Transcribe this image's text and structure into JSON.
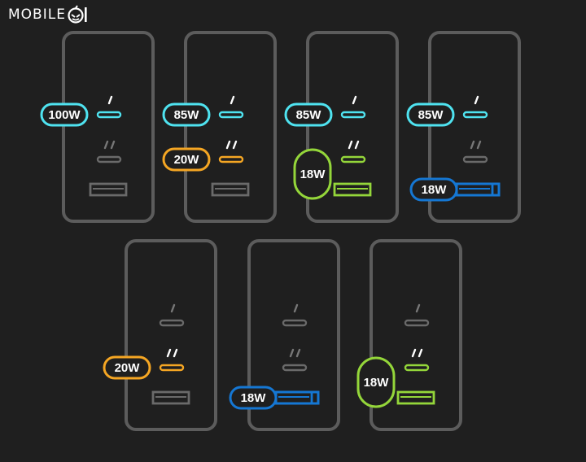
{
  "logo": {
    "text": "MOBILE",
    "icon": "mobile01-emblem-icon"
  },
  "colors": {
    "background": "#1f1f1f",
    "frame": "#5c5c5c",
    "inactive_port": "#6a6a6a",
    "cyan": "#4fe3f0",
    "orange": "#f5a623",
    "green": "#94d63a",
    "blue": "#1577d3",
    "marker": "#ffffff",
    "marker_dim": "#777777"
  },
  "chargers": [
    {
      "id": "a",
      "ports": [
        {
          "port": "c1",
          "label": "100W",
          "color": "cyan"
        },
        {
          "port": "c2",
          "label": "",
          "color": null
        },
        {
          "port": "a",
          "label": "",
          "color": null
        }
      ]
    },
    {
      "id": "b",
      "ports": [
        {
          "port": "c1",
          "label": "85W",
          "color": "cyan"
        },
        {
          "port": "c2",
          "label": "20W",
          "color": "orange"
        },
        {
          "port": "a",
          "label": "",
          "color": null
        }
      ]
    },
    {
      "id": "c",
      "ports": [
        {
          "port": "c1",
          "label": "85W",
          "color": "cyan"
        },
        {
          "port": "c2",
          "label": "18W",
          "color": "green",
          "shared": true
        },
        {
          "port": "a",
          "label": "",
          "color": "green",
          "shared": true
        }
      ]
    },
    {
      "id": "d",
      "ports": [
        {
          "port": "c1",
          "label": "85W",
          "color": "cyan"
        },
        {
          "port": "c2",
          "label": "",
          "color": null
        },
        {
          "port": "a",
          "label": "18W",
          "color": "blue"
        }
      ]
    },
    {
      "id": "e",
      "ports": [
        {
          "port": "c1",
          "label": "",
          "color": null
        },
        {
          "port": "c2",
          "label": "20W",
          "color": "orange"
        },
        {
          "port": "a",
          "label": "",
          "color": null
        }
      ]
    },
    {
      "id": "f",
      "ports": [
        {
          "port": "c1",
          "label": "",
          "color": null
        },
        {
          "port": "c2",
          "label": "",
          "color": null
        },
        {
          "port": "a",
          "label": "18W",
          "color": "blue"
        }
      ]
    },
    {
      "id": "g",
      "ports": [
        {
          "port": "c1",
          "label": "",
          "color": null
        },
        {
          "port": "c2",
          "label": "18W",
          "color": "green",
          "shared": true
        },
        {
          "port": "a",
          "label": "",
          "color": "green",
          "shared": true
        }
      ]
    }
  ]
}
